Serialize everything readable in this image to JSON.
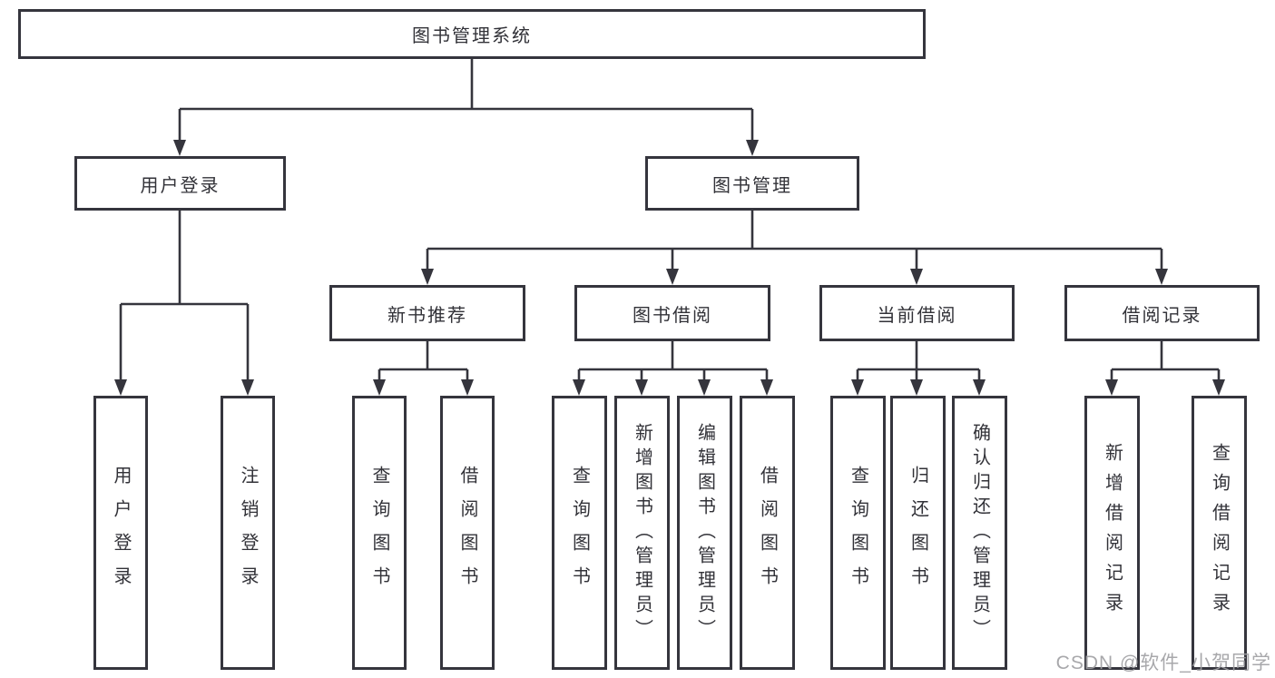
{
  "diagram": {
    "root": "图书管理系统",
    "user_login": {
      "label": "用户登录",
      "children": [
        "用户登录",
        "注销登录"
      ]
    },
    "book_mgmt": {
      "label": "图书管理",
      "sections": {
        "new_book": {
          "label": "新书推荐",
          "children": [
            "查询图书",
            "借阅图书"
          ]
        },
        "book_borrow": {
          "label": "图书借阅",
          "children": [
            "查询图书",
            "新增图书（管理员）",
            "编辑图书（管理员）",
            "借阅图书"
          ]
        },
        "current_borrow": {
          "label": "当前借阅",
          "children": [
            "查询图书",
            "归还图书",
            "确认归还（管理员）"
          ]
        },
        "borrow_record": {
          "label": "借阅记录",
          "children": [
            "新增借阅记录",
            "查询借阅记录"
          ]
        }
      }
    }
  },
  "watermark": "CSDN @软件_小贺同学",
  "colors": {
    "line": "#35353d",
    "text": "#323238",
    "watermark_text": "#9e9ea2",
    "background": "#ffffff"
  }
}
